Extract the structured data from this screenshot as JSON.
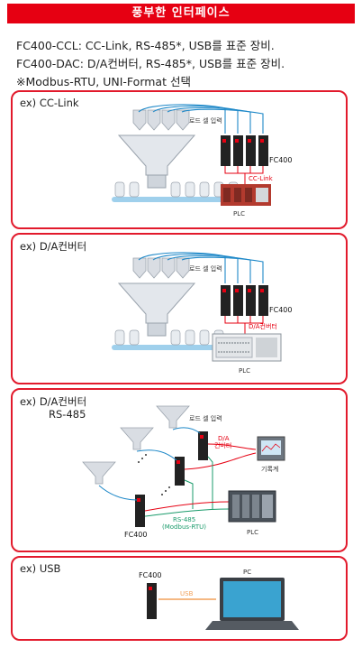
{
  "header": {
    "title": "풍부한 인터페이스"
  },
  "description": {
    "line1": "FC400-CCL: CC-Link, RS-485*, USB를 표준 장비.",
    "line2": "FC400-DAC: D/A컨버터, RS-485*, USB를 표준 장비.",
    "line3": "※Modbus-RTU, UNI-Format 선택"
  },
  "panels": {
    "cclink": {
      "title": "ex) CC-Link",
      "loadcell": "로드 셀 입력",
      "device": "FC400",
      "bus": "CC-Link",
      "plc": "PLC"
    },
    "dac": {
      "title": "ex) D/A컨버터",
      "loadcell": "로드 셀 입력",
      "device": "FC400",
      "bus": "D/A컨버터",
      "plc": "PLC"
    },
    "rs485": {
      "title": "ex) D/A컨버터",
      "subtitle": "RS-485",
      "loadcell": "로드 셀 입력",
      "da_line1": "D/A",
      "da_line2": "컨버터",
      "recorder": "기록계",
      "bus_line1": "RS-485",
      "bus_line2": "(Modbus-RTU)",
      "device": "FC400",
      "plc": "PLC"
    },
    "usb": {
      "title": "ex) USB",
      "device": "FC400",
      "pc": "PC",
      "usb": "USB"
    }
  },
  "colors": {
    "accent": "#e60012",
    "line_blue": "#1e88c8",
    "line_green": "#1a9b6b",
    "usb_orange": "#f2a15a"
  }
}
